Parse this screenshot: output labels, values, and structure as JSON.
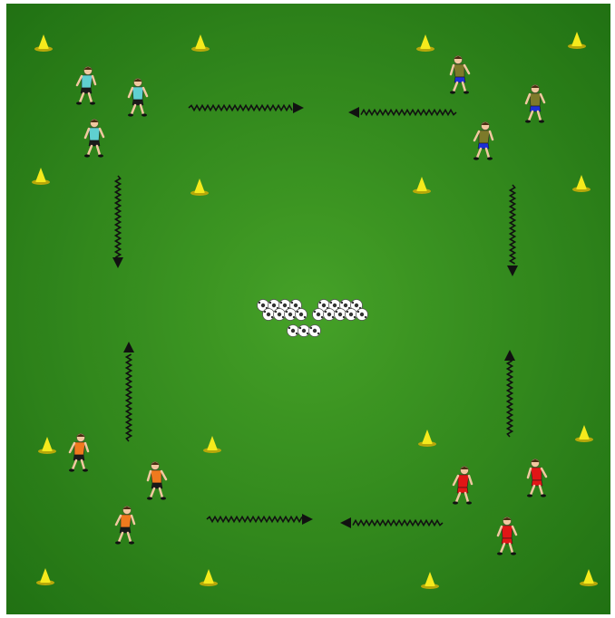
{
  "diagram": {
    "colors": {
      "grass_center": "#4aa62a",
      "grass_edge": "#1f6e12",
      "cone": "#f5ea1c",
      "cone_shadow": "#b7a80a",
      "arrow": "#111111",
      "ball": "#ffffff",
      "ball_patch": "#333333",
      "team_cyan": "#5fd0d0",
      "team_olive": "#7d7a2a",
      "team_orange": "#f07a1e",
      "team_red": "#e01616",
      "shorts_dark": "#1a1a1a",
      "shorts_blue": "#1d2fd6",
      "skin": "#f1c8a0"
    },
    "groups": [
      {
        "name": "cyan-team",
        "color_key": "team_cyan",
        "shorts_key": "shorts_dark",
        "corner": "top-left",
        "players": 3
      },
      {
        "name": "olive-team",
        "color_key": "team_olive",
        "shorts_key": "shorts_blue",
        "corner": "top-right",
        "players": 3
      },
      {
        "name": "orange-team",
        "color_key": "team_orange",
        "shorts_key": "shorts_dark",
        "corner": "bottom-left",
        "players": 3
      },
      {
        "name": "red-team",
        "color_key": "team_red",
        "shorts_key": "team_red",
        "corner": "bottom-right",
        "players": 3
      }
    ],
    "cone_count": 16,
    "arrow_count": 8,
    "ball_count": 20
  }
}
